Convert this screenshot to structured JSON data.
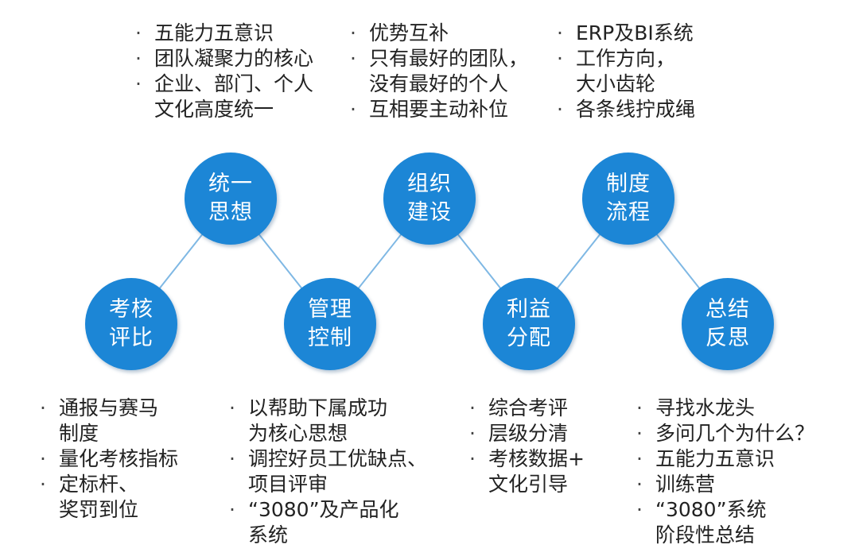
{
  "nodes": {
    "unify": {
      "line1": "统一",
      "line2": "思想"
    },
    "org": {
      "line1": "组织",
      "line2": "建设"
    },
    "system": {
      "line1": "制度",
      "line2": "流程"
    },
    "assess": {
      "line1": "考核",
      "line2": "评比"
    },
    "manage": {
      "line1": "管理",
      "line2": "控制"
    },
    "benefit": {
      "line1": "利益",
      "line2": "分配"
    },
    "reflect": {
      "line1": "总结",
      "line2": "反思"
    }
  },
  "lists": {
    "unify": [
      [
        "五能力五意识"
      ],
      [
        "团队凝聚力的核心"
      ],
      [
        "企业、部门、个人",
        "文化高度统一"
      ]
    ],
    "org": [
      [
        "优势互补"
      ],
      [
        "只有最好的团队，",
        "没有最好的个人"
      ],
      [
        "互相要主动补位"
      ]
    ],
    "system": [
      [
        "ERP及BI系统"
      ],
      [
        "工作方向，",
        "大小齿轮"
      ],
      [
        "各条线拧成绳"
      ]
    ],
    "assess": [
      [
        "通报与赛马",
        "制度"
      ],
      [
        "量化考核指标"
      ],
      [
        "定标杆、",
        "奖罚到位"
      ]
    ],
    "manage": [
      [
        "以帮助下属成功",
        "为核心思想"
      ],
      [
        "调控好员工优缺点、",
        "项目评审"
      ],
      [
        "“3080”及产品化",
        "系统"
      ]
    ],
    "benefit": [
      [
        "综合考评"
      ],
      [
        "层级分清"
      ],
      [
        "考核数据+",
        "文化引导"
      ]
    ],
    "reflect": [
      [
        "寻找水龙头"
      ],
      [
        "多问几个为什么？"
      ],
      [
        "五能力五意识"
      ],
      [
        "训练营"
      ],
      [
        "“3080”系统",
        "阶段性总结"
      ]
    ]
  },
  "colors": {
    "node_fill": "#1c86d6",
    "connector": "#7fb8e4",
    "text": "#222222"
  }
}
